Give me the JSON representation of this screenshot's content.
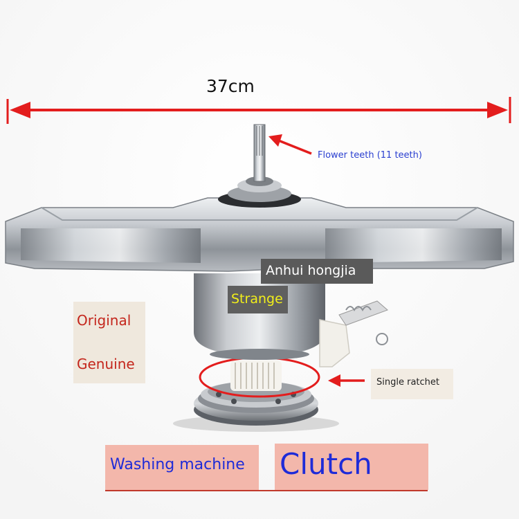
{
  "photo": {
    "subject": "washing machine clutch assembly",
    "background_color": "#ffffff",
    "arrow_color": "#e31d1d"
  },
  "labels": {
    "dimension": "37cm",
    "flower_teeth": "Flower teeth (11 teeth)",
    "single_ratchet": "Single ratchet",
    "original": "Original",
    "genuine": "Genuine",
    "brand": "Anhui hongjia",
    "strange": "Strange",
    "washing_machine": "Washing machine",
    "clutch": "Clutch"
  }
}
